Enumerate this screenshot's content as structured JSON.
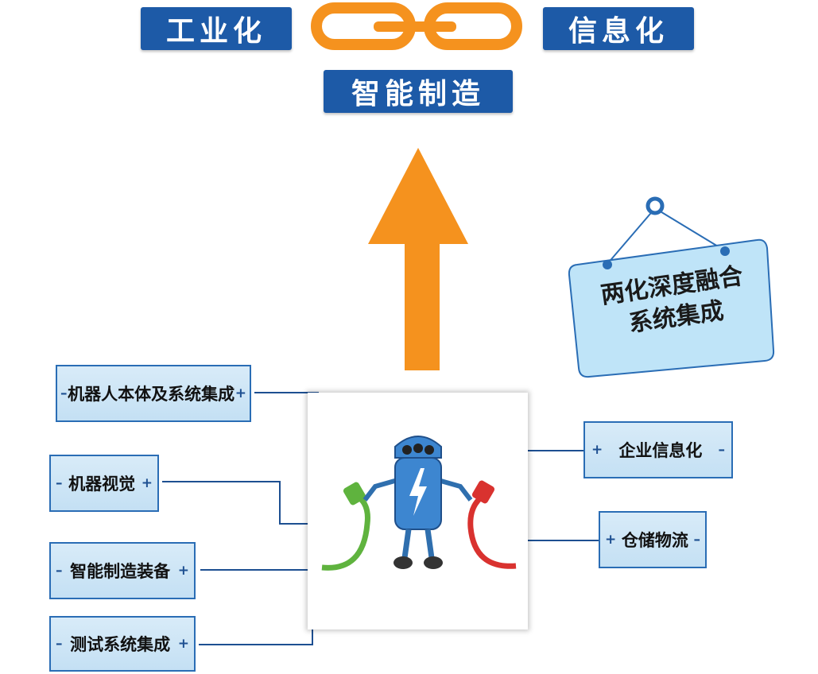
{
  "banners": {
    "industrialization": "工业化",
    "informatization": "信息化",
    "smart_manufacturing": "智能制造"
  },
  "sign": {
    "line1": "两化深度融合",
    "line2": "系统集成"
  },
  "left_nodes": [
    {
      "label": "机器人本体及系统集成",
      "left_symbol": "–",
      "right_symbol": "+"
    },
    {
      "label": "机器视觉",
      "left_symbol": "–",
      "right_symbol": "+"
    },
    {
      "label": "智能制造装备",
      "left_symbol": "–",
      "right_symbol": "+"
    },
    {
      "label": "测试系统集成",
      "left_symbol": "–",
      "right_symbol": "+"
    }
  ],
  "right_nodes": [
    {
      "label": "企业信息化",
      "left_symbol": "+",
      "right_symbol": "–"
    },
    {
      "label": "仓储物流",
      "left_symbol": "+",
      "right_symbol": "–"
    }
  ],
  "colors": {
    "banner_blue": "#1d5aa7",
    "arrow_orange": "#f5921e",
    "node_fill": "#cfe6f6",
    "node_border": "#2a6db5",
    "sign_fill": "#bfe4f8",
    "robot_blue": "#3d86d0",
    "plug_green": "#5fb33e",
    "plug_red": "#d9322f"
  }
}
